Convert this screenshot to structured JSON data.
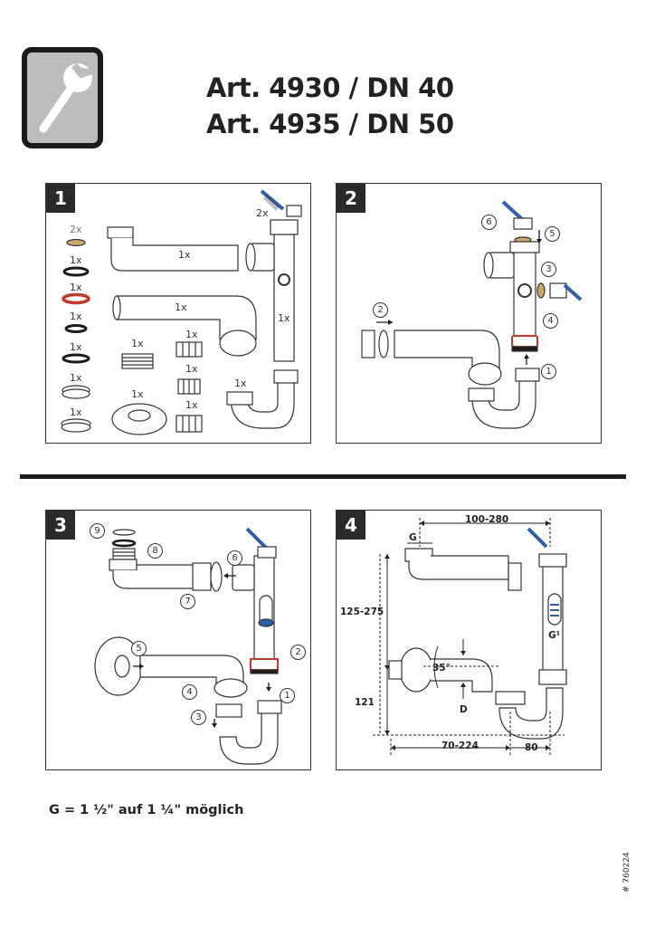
{
  "header": {
    "title_line1": "Art. 4930 / DN 40",
    "title_line2": "Art. 4935 / DN 50",
    "logo_icon": "wrench-icon"
  },
  "panels": [
    {
      "number": "1",
      "quantities": [
        "2x",
        "1x",
        "1x",
        "1x",
        "1x",
        "1x",
        "1x",
        "1x",
        "1x",
        "1x",
        "1x",
        "1x",
        "1x",
        "1x",
        "1x",
        "1x",
        "2x"
      ]
    },
    {
      "number": "2",
      "steps": [
        "1",
        "2",
        "3",
        "4",
        "5",
        "6"
      ]
    },
    {
      "number": "3",
      "steps": [
        "1",
        "2",
        "3",
        "4",
        "5",
        "6",
        "7",
        "8",
        "9"
      ]
    },
    {
      "number": "4",
      "dimensions": {
        "top_width": "100-280",
        "height_upper": "125-275",
        "height_lower": "121",
        "bottom_left": "70-224",
        "bottom_right": "80",
        "angle": "35°",
        "label_g": "G",
        "label_g1": "G¹",
        "label_d": "D"
      }
    }
  ],
  "footnote": "G = 1 ½\" auf  1 ¼\" möglich",
  "doc_number": "# 760224",
  "colors": {
    "ink": "#2a2a2a",
    "seal_red": "#c0392b",
    "seal_black": "#1a1a1a",
    "seal_gold": "#c8a96a",
    "hose_blue": "#2f5fa8",
    "logo_fill": "#bdbdbd"
  }
}
